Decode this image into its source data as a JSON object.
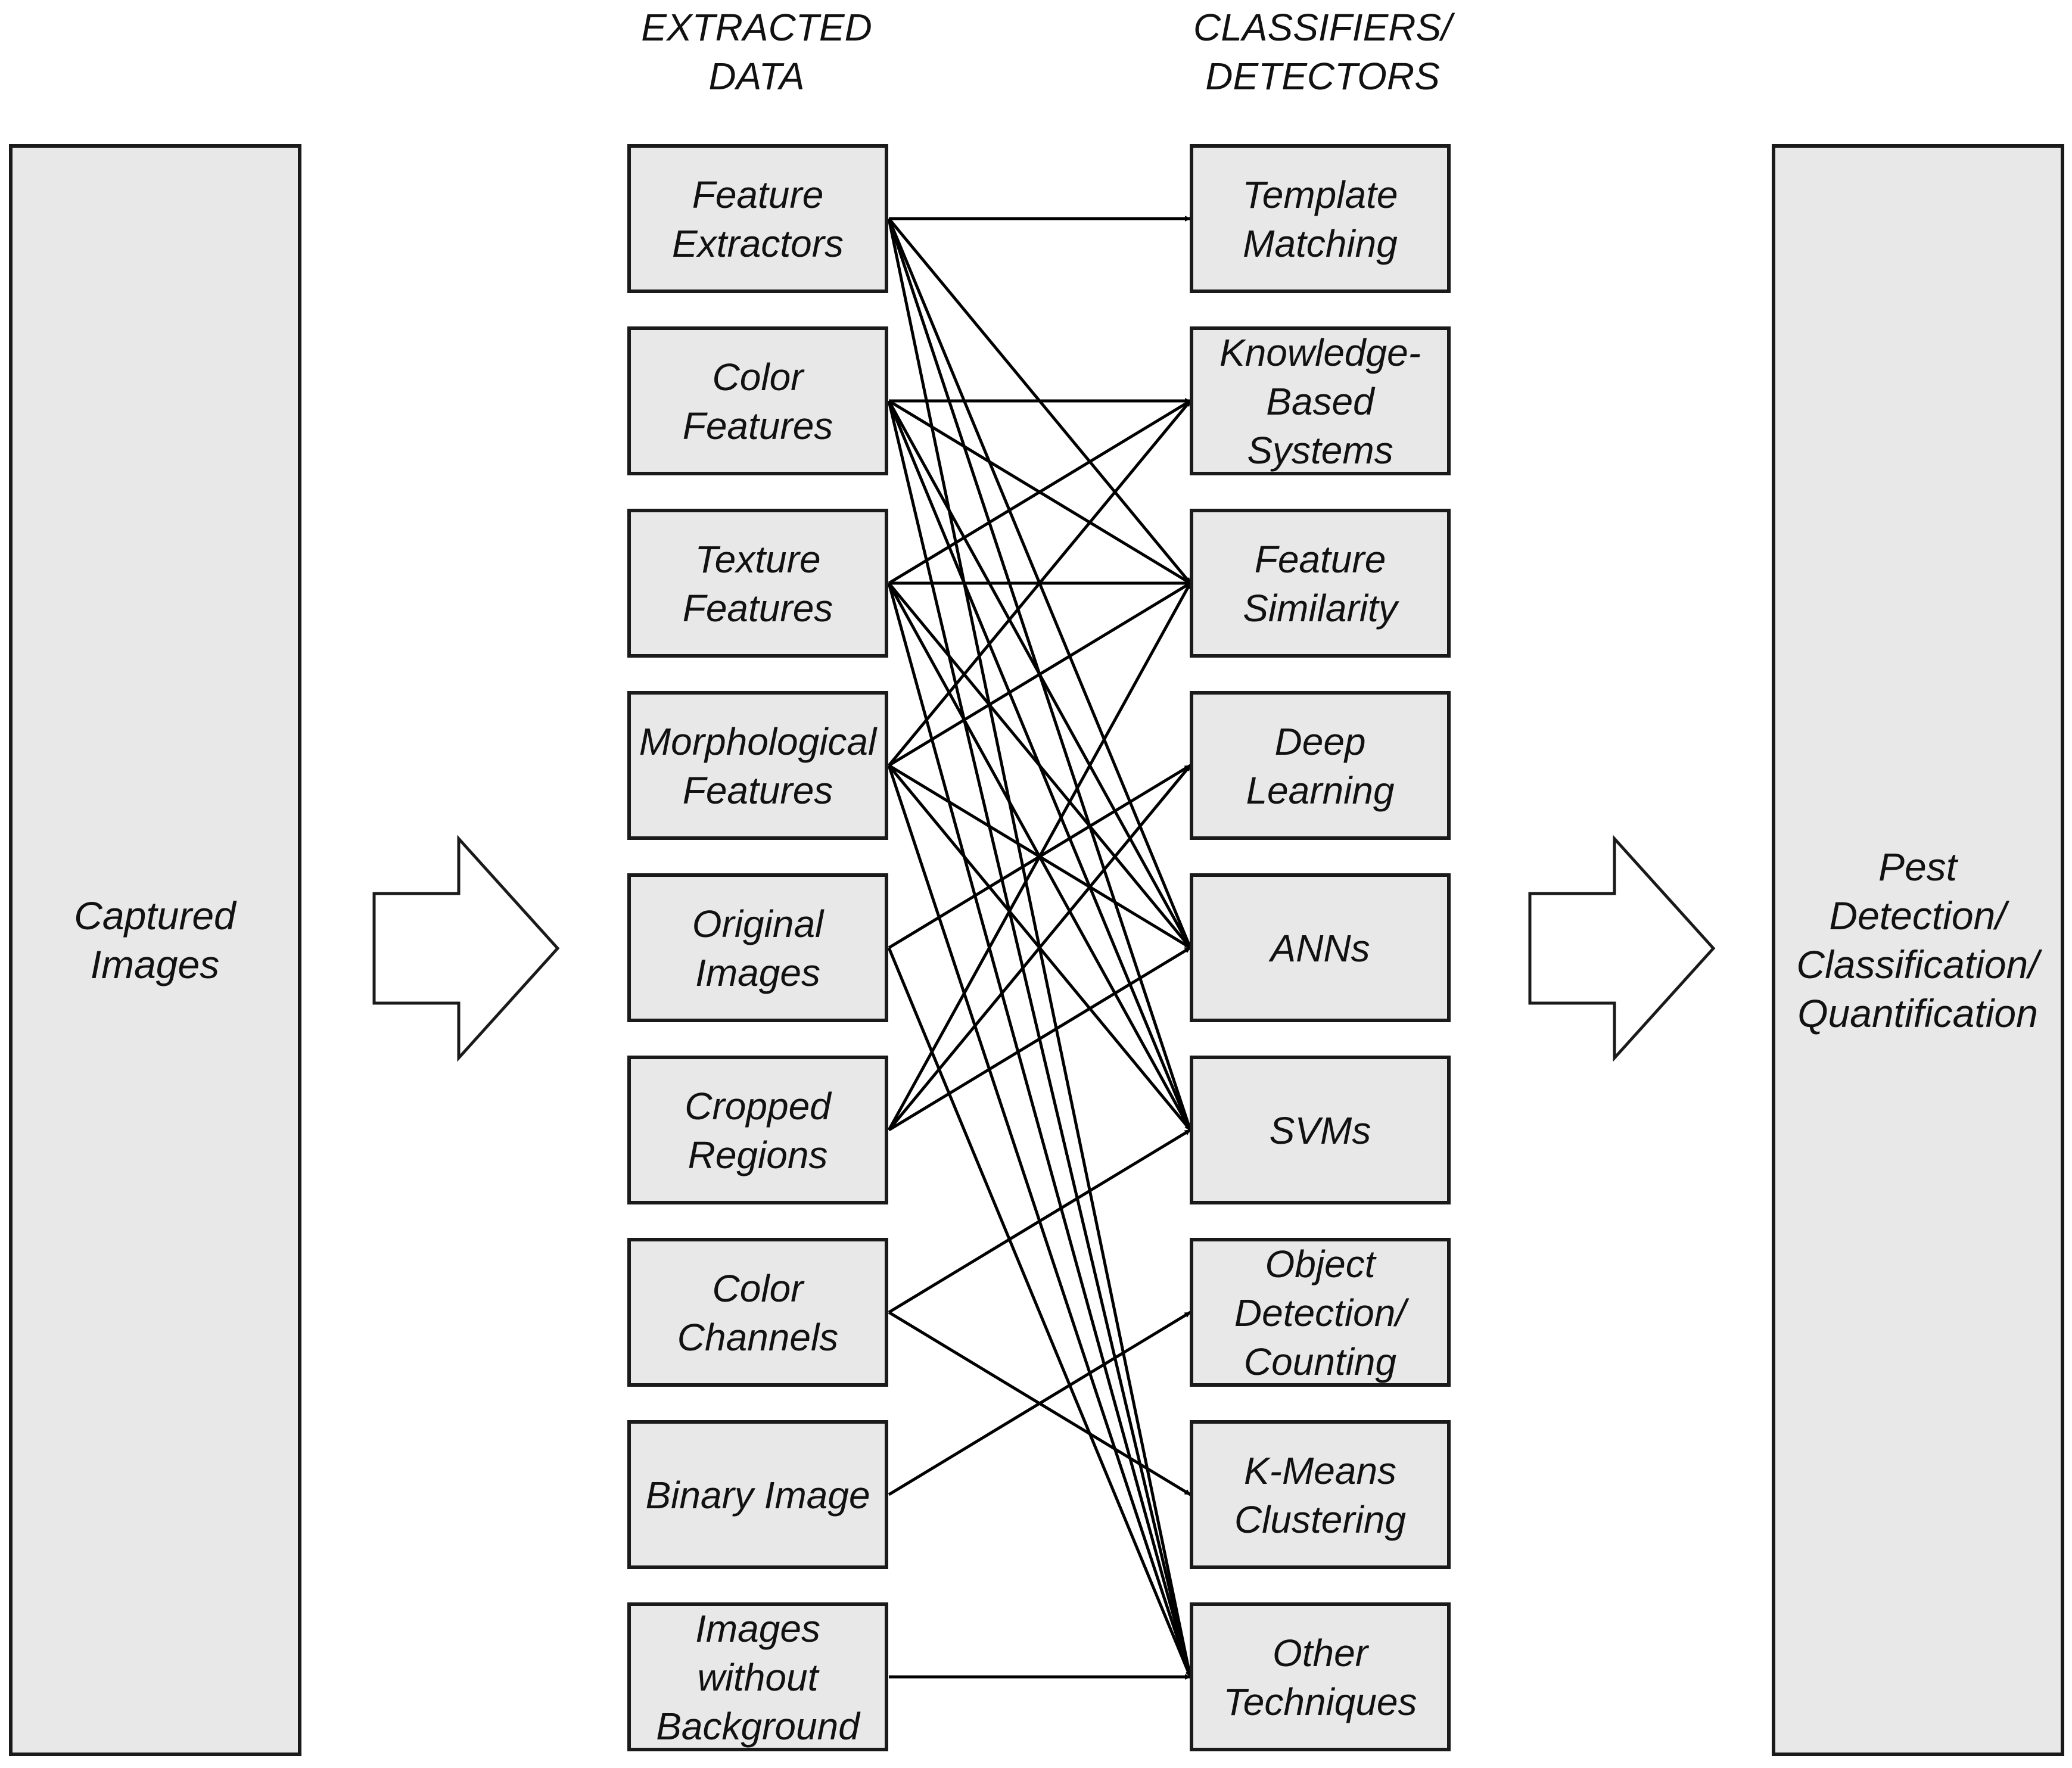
{
  "headers": {
    "extracted": [
      "EXTRACTED",
      "DATA"
    ],
    "classifiers": [
      "CLASSIFIERS/",
      "DETECTORS"
    ]
  },
  "input_block": {
    "lines": [
      "Captured",
      "Images"
    ]
  },
  "output_block": {
    "lines": [
      "Pest",
      "Detection/",
      "Classification/",
      "Quantification"
    ]
  },
  "extracted_data": [
    {
      "id": "feature-extractors",
      "lines": [
        "Feature",
        "Extractors"
      ]
    },
    {
      "id": "color-features",
      "lines": [
        "Color",
        "Features"
      ]
    },
    {
      "id": "texture-features",
      "lines": [
        "Texture",
        "Features"
      ]
    },
    {
      "id": "morphological-features",
      "lines": [
        "Morphological",
        "Features"
      ]
    },
    {
      "id": "original-images",
      "lines": [
        "Original",
        "Images"
      ]
    },
    {
      "id": "cropped-regions",
      "lines": [
        "Cropped",
        "Regions"
      ]
    },
    {
      "id": "color-channels",
      "lines": [
        "Color",
        "Channels"
      ]
    },
    {
      "id": "binary-image",
      "lines": [
        "Binary Image"
      ]
    },
    {
      "id": "images-without-background",
      "lines": [
        "Images",
        "without",
        "Background"
      ]
    }
  ],
  "classifiers": [
    {
      "id": "template-matching",
      "lines": [
        "Template",
        "Matching"
      ]
    },
    {
      "id": "knowledge-based-systems",
      "lines": [
        "Knowledge-",
        "Based",
        "Systems"
      ]
    },
    {
      "id": "feature-similarity",
      "lines": [
        "Feature",
        "Similarity"
      ]
    },
    {
      "id": "deep-learning",
      "lines": [
        "Deep",
        "Learning"
      ]
    },
    {
      "id": "anns",
      "lines": [
        "ANNs"
      ]
    },
    {
      "id": "svms",
      "lines": [
        "SVMs"
      ]
    },
    {
      "id": "object-detection-counting",
      "lines": [
        "Object",
        "Detection/",
        "Counting"
      ]
    },
    {
      "id": "k-means-clustering",
      "lines": [
        "K-Means",
        "Clustering"
      ]
    },
    {
      "id": "other-techniques",
      "lines": [
        "Other",
        "Techniques"
      ]
    }
  ],
  "connections": [
    [
      "feature-extractors",
      "template-matching"
    ],
    [
      "feature-extractors",
      "feature-similarity"
    ],
    [
      "feature-extractors",
      "anns"
    ],
    [
      "feature-extractors",
      "svms"
    ],
    [
      "feature-extractors",
      "other-techniques"
    ],
    [
      "color-features",
      "knowledge-based-systems"
    ],
    [
      "color-features",
      "feature-similarity"
    ],
    [
      "color-features",
      "anns"
    ],
    [
      "color-features",
      "svms"
    ],
    [
      "color-features",
      "other-techniques"
    ],
    [
      "texture-features",
      "knowledge-based-systems"
    ],
    [
      "texture-features",
      "feature-similarity"
    ],
    [
      "texture-features",
      "anns"
    ],
    [
      "texture-features",
      "svms"
    ],
    [
      "texture-features",
      "other-techniques"
    ],
    [
      "morphological-features",
      "knowledge-based-systems"
    ],
    [
      "morphological-features",
      "feature-similarity"
    ],
    [
      "morphological-features",
      "anns"
    ],
    [
      "morphological-features",
      "svms"
    ],
    [
      "morphological-features",
      "other-techniques"
    ],
    [
      "original-images",
      "deep-learning"
    ],
    [
      "original-images",
      "other-techniques"
    ],
    [
      "cropped-regions",
      "feature-similarity"
    ],
    [
      "cropped-regions",
      "deep-learning"
    ],
    [
      "cropped-regions",
      "anns"
    ],
    [
      "color-channels",
      "svms"
    ],
    [
      "color-channels",
      "k-means-clustering"
    ],
    [
      "binary-image",
      "object-detection-counting"
    ],
    [
      "images-without-background",
      "other-techniques"
    ]
  ]
}
